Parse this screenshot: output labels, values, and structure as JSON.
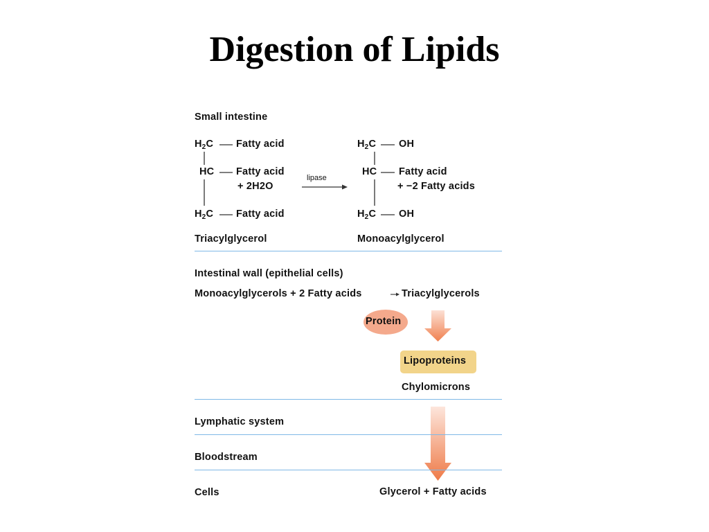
{
  "title": "Digestion of Lipids",
  "colors": {
    "divider": "#7fb8e6",
    "arrow_top": "#fce0d4",
    "arrow_bottom": "#f0804f",
    "protein_fill": "#f4a98c",
    "lipoprotein_fill": "#f2d48a"
  },
  "sections": {
    "small_intestine": "Small intestine",
    "intestinal_wall": "Intestinal wall (epithelial cells)",
    "lymphatic": "Lymphatic system",
    "bloodstream": "Bloodstream",
    "cells": "Cells"
  },
  "reaction": {
    "left": {
      "c1": "H",
      "c1_sub": "2",
      "c1_end": "C",
      "c1_group": "Fatty acid",
      "c2": "HC",
      "c2_group": "Fatty acid",
      "water": "+  2H2O",
      "c3": "H",
      "c3_sub": "2",
      "c3_end": "C",
      "c3_group": "Fatty acid",
      "name": "Triacylglycerol"
    },
    "enzyme": "lipase",
    "right": {
      "c1": "H",
      "c1_sub": "2",
      "c1_end": "C",
      "c1_group": "OH",
      "c2": "HC",
      "c2_group": "Fatty acid",
      "plus": "+ −2 Fatty acids",
      "c3": "H",
      "c3_sub": "2",
      "c3_end": "C",
      "c3_group": "OH",
      "name": "Monoacylglycerol"
    }
  },
  "wall": {
    "reactants": "Monoacylglycerols + 2 Fatty acids",
    "product": "Triacylglycerols",
    "protein": "Protein",
    "lipoproteins": "Lipoproteins",
    "chylomicrons": "Chylomicrons"
  },
  "cells_products": "Glycerol + Fatty acids"
}
